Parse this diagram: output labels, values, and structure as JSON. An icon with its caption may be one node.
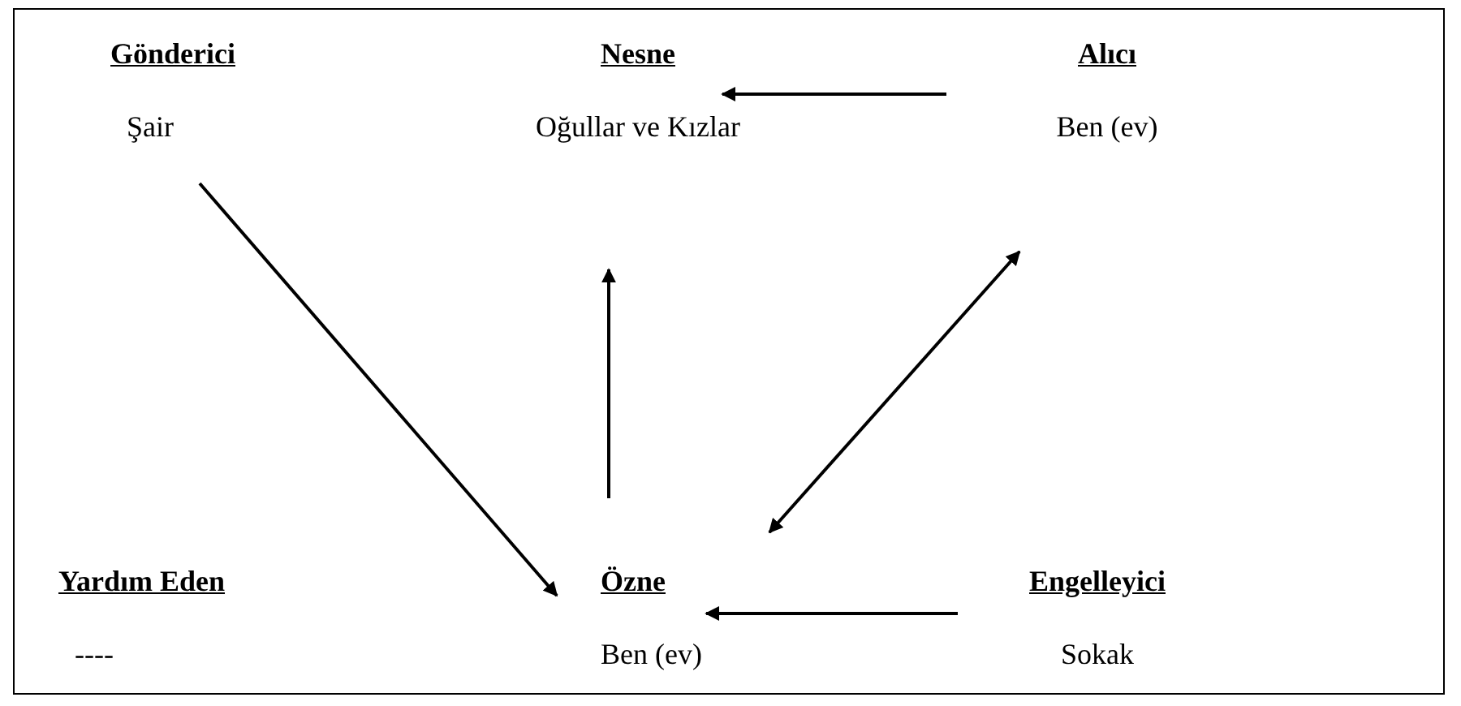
{
  "diagram": {
    "nodes": [
      {
        "text": [
          "Gönderici",
          "Şair"
        ]
      },
      {
        "text": [
          "Nesne",
          "Oğullar ve Kızlar"
        ]
      },
      {
        "text": [
          "Alıcı",
          "Ben (ev)"
        ]
      },
      {
        "text": [
          "Yardım Eden",
          "----"
        ]
      },
      {
        "text": [
          "Özne",
          "Ben (ev)"
        ]
      },
      {
        "text": [
          "Engelleyici",
          "Sokak"
        ]
      }
    ],
    "edges": [
      {
        "from": 0,
        "to": 4,
        "arrow": "to"
      },
      {
        "from": 4,
        "to": 1,
        "arrow": "to"
      },
      {
        "from": 2,
        "to": 1,
        "arrow": "to"
      },
      {
        "from": 4,
        "to": 2,
        "arrow": "both"
      },
      {
        "from": 5,
        "to": 4,
        "arrow": "to"
      }
    ]
  }
}
